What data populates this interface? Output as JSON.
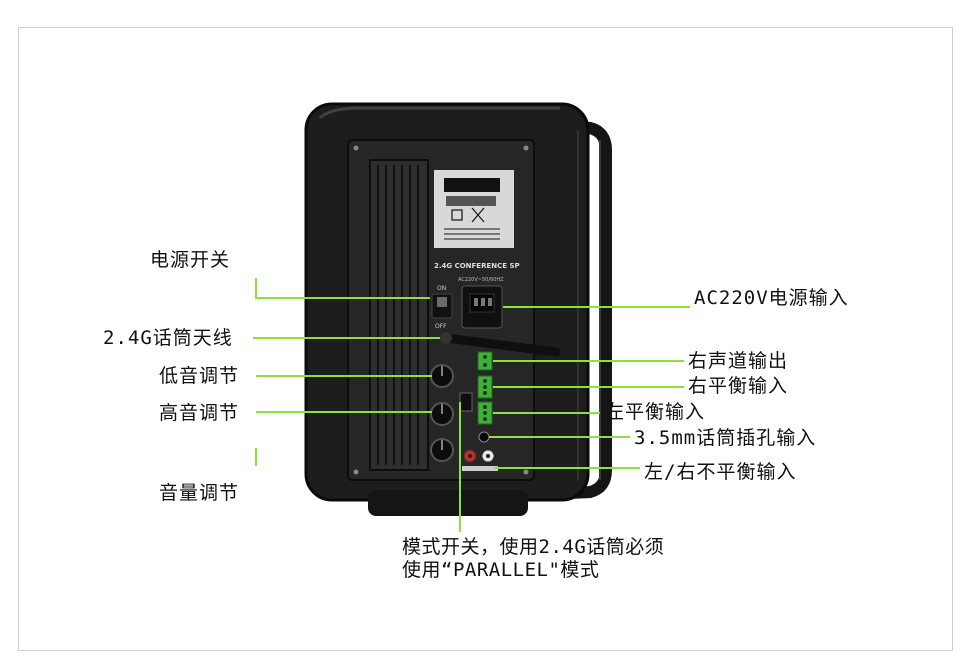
{
  "labels": {
    "power_switch": "电源开关",
    "antenna": "2.4G话筒天线",
    "bass": "低音调节",
    "treble": "高音调节",
    "volume": "音量调节",
    "ac_input": "AC220V电源输入",
    "right_out": "右声道输出",
    "right_balanced": "右平衡输入",
    "left_balanced": "左平衡输入",
    "mic_jack": "3.5mm话筒插孔输入",
    "lr_unbalanced": "左/右不平衡输入",
    "mode_line1": "模式开关，使用2.4G话筒必须",
    "mode_line2": "使用“PARALLEL\"模式"
  },
  "panel": {
    "model": "2.4G CONFERENCE SP",
    "voltage": "AC220V~50/60HZ",
    "switch_on": "ON",
    "switch_off": "OFF"
  },
  "colors": {
    "callout_line": "#8ee03f",
    "cabinet": "#1c1c1c",
    "panel": "#222222",
    "terminal": "#3fae3a"
  }
}
